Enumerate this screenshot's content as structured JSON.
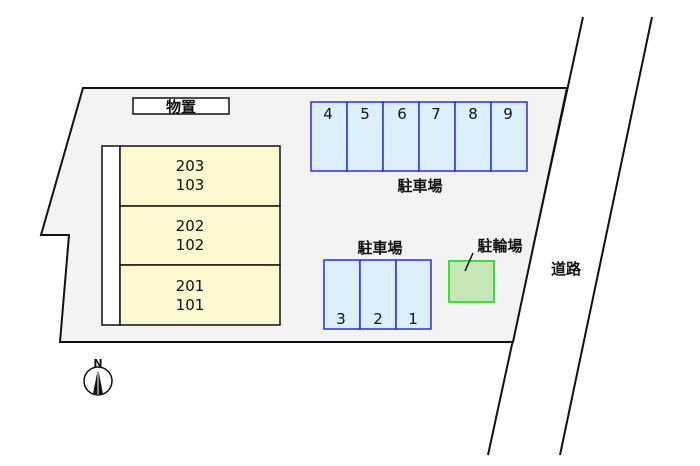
{
  "labels": {
    "storage": "物置",
    "parking_top": "駐車場",
    "parking_bottom": "駐車場",
    "bicycle_parking": "駐輪場",
    "road": "道路",
    "north": "N"
  },
  "building_units": [
    {
      "upper": "203",
      "lower": "103"
    },
    {
      "upper": "202",
      "lower": "102"
    },
    {
      "upper": "201",
      "lower": "101"
    }
  ],
  "parking_top_slots": [
    "4",
    "5",
    "6",
    "7",
    "8",
    "9"
  ],
  "parking_bottom_slots": [
    "3",
    "2",
    "1"
  ],
  "colors": {
    "lot": "#f3f3f3",
    "building": "#fdf8cf",
    "parking_fill": "#dcf0fb",
    "parking_border": "#2a2af0",
    "bike_fill": "#c6e6b6",
    "bike_border": "#3ae03a"
  }
}
